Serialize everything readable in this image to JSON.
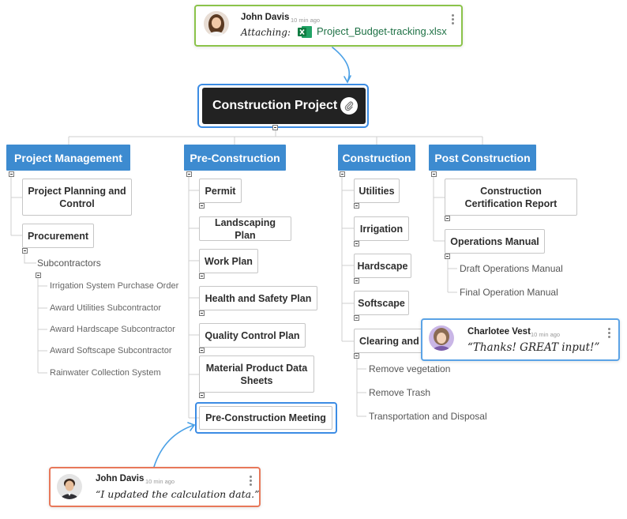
{
  "root": {
    "title": "Construction Project"
  },
  "branches": {
    "project_management": {
      "title": "Project Management",
      "planning": "Project Planning and Control",
      "procurement": "Procurement",
      "subcontractors": "Subcontractors",
      "subitems": [
        "Irrigation System Purchase Order",
        "Award Utilities Subcontractor",
        "Award Hardscape Subcontractor",
        "Award Softscape Subcontractor",
        "Rainwater Collection System"
      ]
    },
    "pre_construction": {
      "title": "Pre-Construction",
      "items": [
        "Permit",
        "Landscaping Plan",
        "Work Plan",
        "Health and Safety Plan",
        "Quality Control Plan",
        "Material Product Data Sheets",
        "Pre-Construction Meeting"
      ]
    },
    "construction": {
      "title": "Construction",
      "items": [
        "Utilities",
        "Irrigation",
        "Hardscape",
        "Softscape",
        "Clearing and"
      ],
      "clearing_subitems": [
        "Remove vegetation",
        "Remove Trash",
        "Transportation and Disposal"
      ]
    },
    "post_construction": {
      "title": "Post Construction",
      "certification": "Construction Certification Report",
      "operations": "Operations Manual",
      "subitems": [
        "Draft Operations Manual",
        "Final Operation Manual"
      ]
    }
  },
  "comments": {
    "top": {
      "author": "John Davis",
      "time": "10 min ago",
      "attaching_label": "Attaching:",
      "file_name": "Project_Budget-tracking.xlsx",
      "border_color": "#8bc34a"
    },
    "right": {
      "author": "Charlotee Vest",
      "time": "10 min ago",
      "text": "“Thanks! GREAT input!”",
      "border_color": "#5ba3e6"
    },
    "bottom": {
      "author": "John Davis",
      "time": "10 min ago",
      "text": "“I updated the calculation data.”",
      "border_color": "#e8785a"
    }
  },
  "colors": {
    "branch_blue": "#3d8bd0",
    "root_dark": "#222222",
    "selection_blue": "#3c8ce4",
    "connector_blue": "#4aa0e6",
    "excel_green": "#1e7145"
  }
}
